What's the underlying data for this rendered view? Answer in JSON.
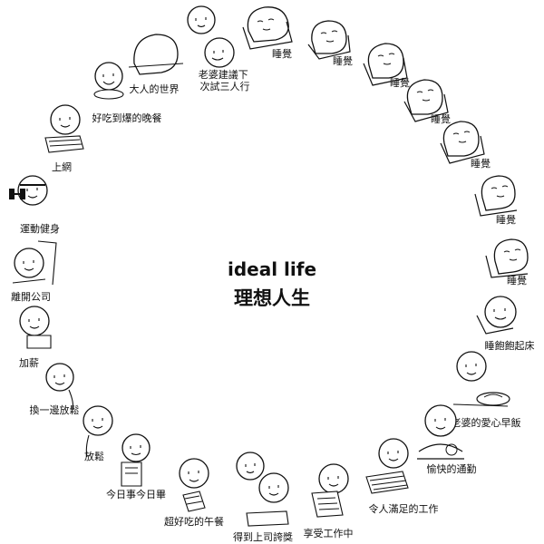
{
  "title_en": "ideal life",
  "title_zh": "理想人生",
  "steps": [
    {
      "label": "睡覺",
      "scene": "sleep"
    },
    {
      "label": "睡覺",
      "scene": "sleep"
    },
    {
      "label": "睡覺",
      "scene": "sleep"
    },
    {
      "label": "睡覺",
      "scene": "sleep"
    },
    {
      "label": "睡覺",
      "scene": "sleep"
    },
    {
      "label": "睡覺",
      "scene": "sleep"
    },
    {
      "label": "睡覺",
      "scene": "sleep"
    },
    {
      "label": "睡飽飽起床",
      "scene": "wake"
    },
    {
      "label": "老婆的愛心早飯",
      "scene": "breakfast"
    },
    {
      "label": "愉快的通勤",
      "scene": "commute"
    },
    {
      "label": "令人滿足的工作",
      "scene": "work"
    },
    {
      "label": "享受工作中",
      "scene": "enjoy-work"
    },
    {
      "label": "得到上司誇獎",
      "scene": "praise"
    },
    {
      "label": "超好吃的午餐",
      "scene": "lunch"
    },
    {
      "label": "今日事今日畢",
      "scene": "done"
    },
    {
      "label": "放鬆",
      "scene": "relax"
    },
    {
      "label": "換一邊放鬆",
      "scene": "relax-other"
    },
    {
      "label": "加薪",
      "scene": "raise"
    },
    {
      "label": "離開公司",
      "scene": "leave"
    },
    {
      "label": "運動健身",
      "scene": "exercise"
    },
    {
      "label": "上網",
      "scene": "internet"
    },
    {
      "label": "好吃到爆的晚餐",
      "scene": "dinner"
    },
    {
      "label": "大人的世界",
      "scene": "adult"
    },
    {
      "label": "老婆建議下次試三人行",
      "scene": "wife-suggestion"
    }
  ],
  "icons": {
    "sleep": "sleeping-head-icon",
    "face": "smiling-face-icon",
    "keyboard": "keyboard-icon",
    "dumbbell": "dumbbell-icon",
    "plate": "plate-icon",
    "book": "notebook-icon"
  }
}
